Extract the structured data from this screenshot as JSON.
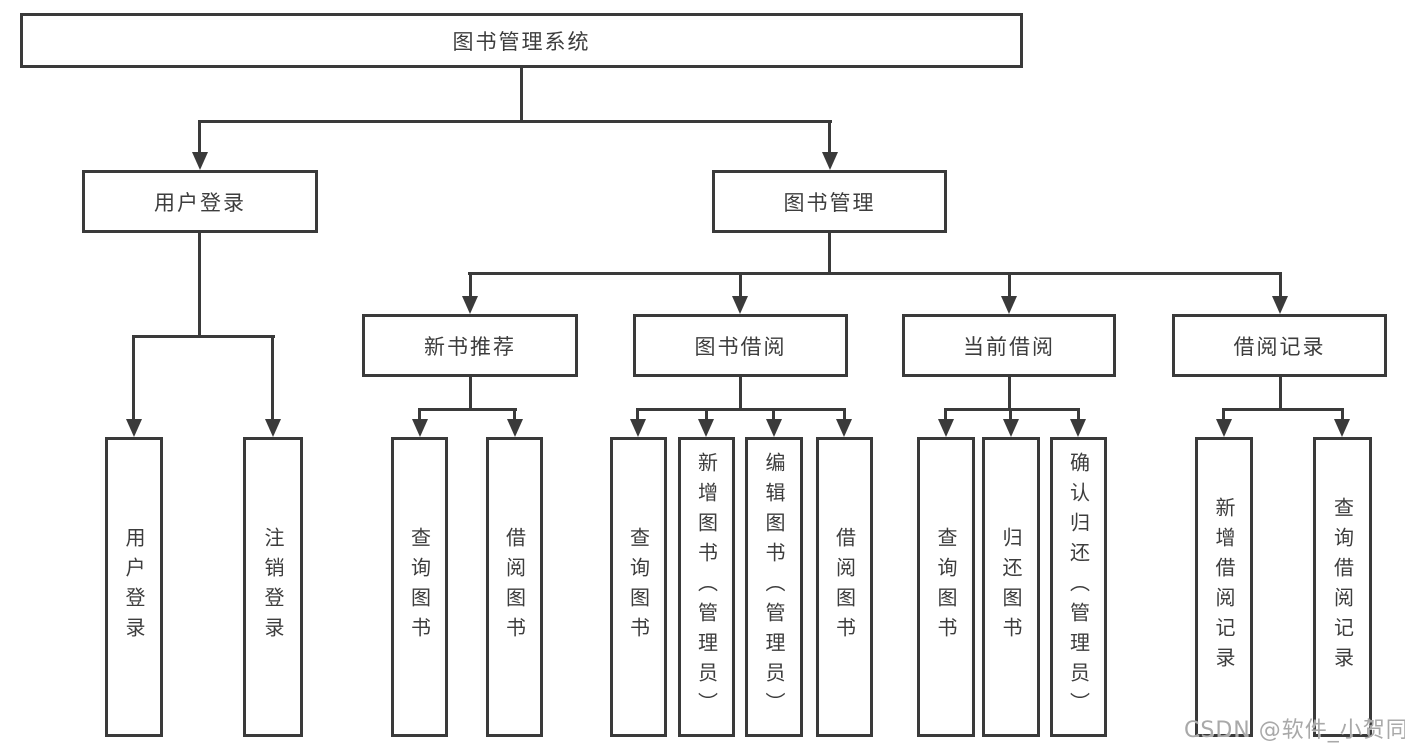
{
  "colors": {
    "line": "#3a3a3a",
    "node_border": "#3a3a3a",
    "text": "#3d3d3d",
    "watermark": "#a9a9a9",
    "background": "#ffffff"
  },
  "watermark": {
    "text": "CSDN @软件_小贺同学"
  },
  "tree": {
    "root": {
      "label": "图书管理系统"
    },
    "children": [
      {
        "label": "用户登录",
        "children": [
          {
            "label": "用户登录"
          },
          {
            "label": "注销登录"
          }
        ]
      },
      {
        "label": "图书管理",
        "children": [
          {
            "label": "新书推荐",
            "children": [
              {
                "label": "查询图书"
              },
              {
                "label": "借阅图书"
              }
            ]
          },
          {
            "label": "图书借阅",
            "children": [
              {
                "label": "查询图书"
              },
              {
                "label": "新增图书（管理员）"
              },
              {
                "label": "编辑图书（管理员）"
              },
              {
                "label": "借阅图书"
              }
            ]
          },
          {
            "label": "当前借阅",
            "children": [
              {
                "label": "查询图书"
              },
              {
                "label": "归还图书"
              },
              {
                "label": "确认归还（管理员）"
              }
            ]
          },
          {
            "label": "借阅记录",
            "children": [
              {
                "label": "新增借阅记录"
              },
              {
                "label": "查询借阅记录"
              }
            ]
          }
        ]
      }
    ]
  }
}
